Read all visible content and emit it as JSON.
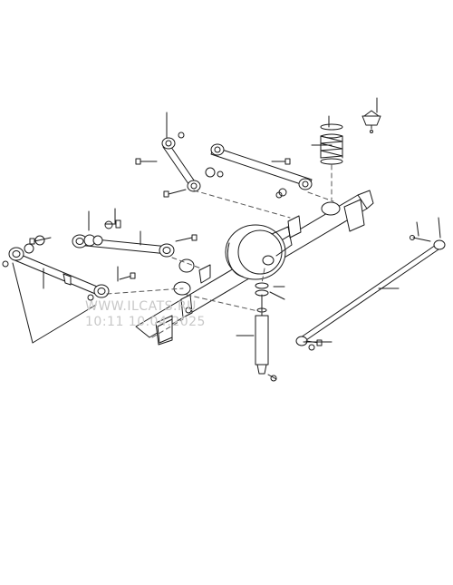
{
  "diagram": {
    "type": "exploded-parts-diagram",
    "subject": "rear axle suspension assembly",
    "parts": [
      "upper-control-arm",
      "lower-control-arm-left",
      "lower-control-arm-right",
      "trailing-link",
      "coil-spring",
      "spring-bump-stop",
      "axle-housing",
      "differential-housing",
      "shock-absorber",
      "panhard-rod",
      "bolt",
      "nut",
      "washer",
      "bushing"
    ]
  },
  "watermark": {
    "line1": "WWW.ILCATS.RU",
    "line2": "10:11 10.04.2025"
  },
  "colors": {
    "line": "#1a1a1a",
    "dash": "#555555",
    "watermark": "#c8c8c8",
    "background": "#ffffff"
  }
}
